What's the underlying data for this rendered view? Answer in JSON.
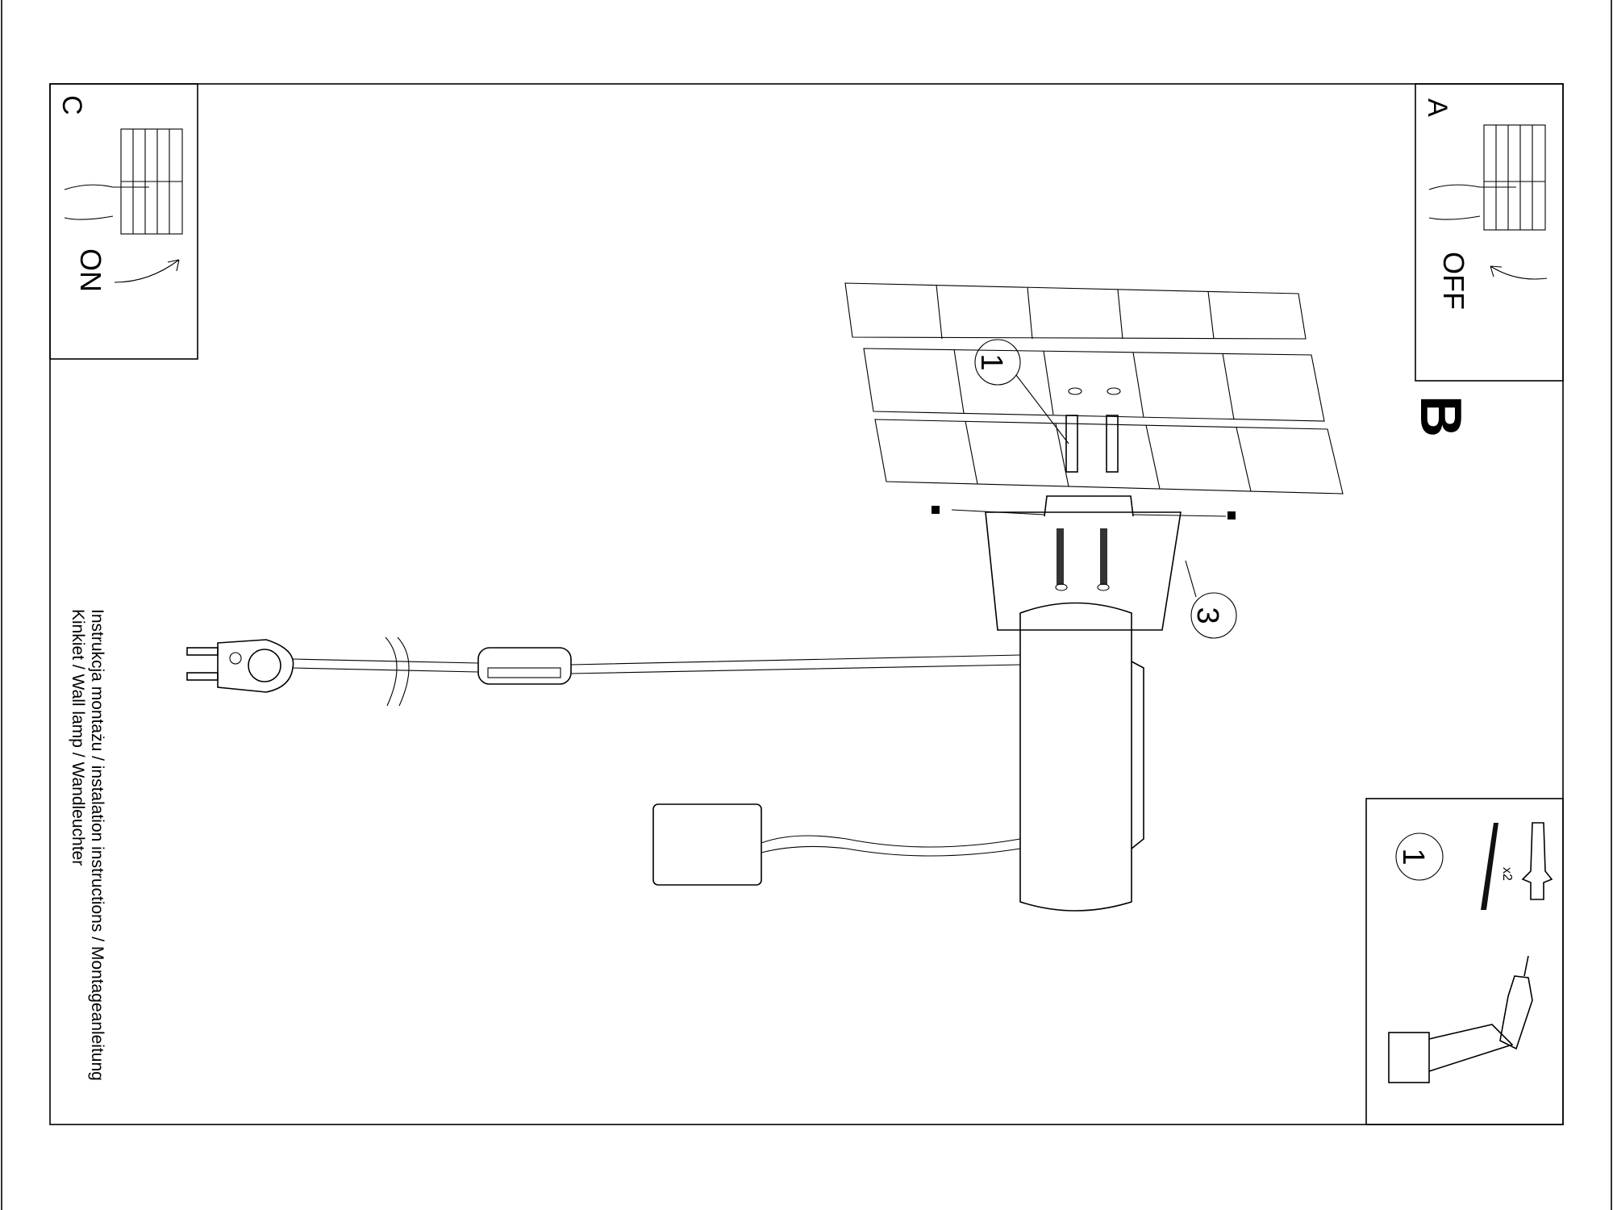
{
  "steps": {
    "a": {
      "letter": "A",
      "label": "OFF"
    },
    "b": {
      "letter": "B"
    },
    "c": {
      "letter": "C",
      "label": "ON"
    }
  },
  "callouts": {
    "dowel": "1",
    "plate": "3"
  },
  "parts": {
    "number": "1",
    "quantity": "x2"
  },
  "title": {
    "line1": "Instrukcja montażu / instalation instructions / Montageanleitung",
    "line2": "Kinkiet / Wall lamp / Wandleuchter"
  }
}
